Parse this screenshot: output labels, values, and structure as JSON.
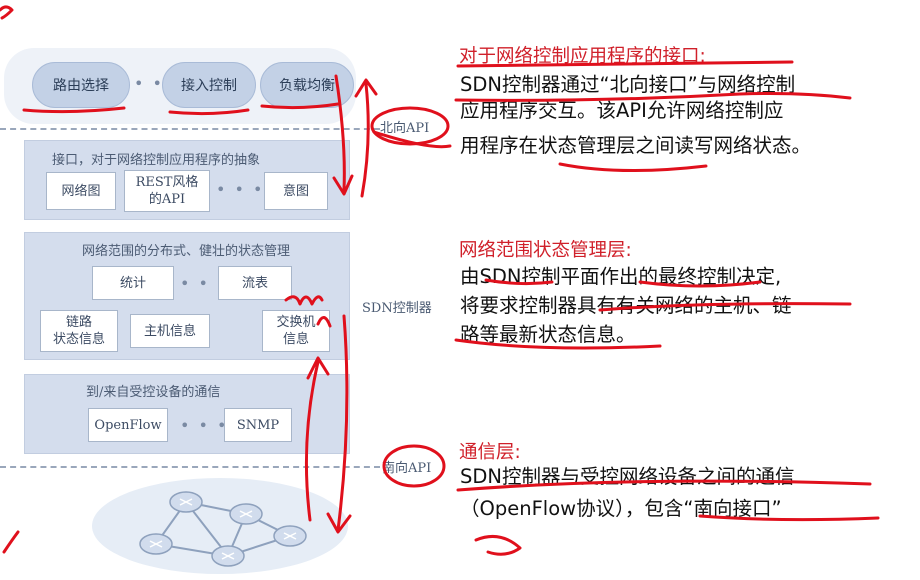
{
  "diagram": {
    "apps": [
      "路由选择",
      "接入控制",
      "负载均衡"
    ],
    "dots": "• • •",
    "northbound_label": "北向API",
    "southbound_label": "南向API",
    "controller_label": "SDN控制器",
    "layer_interface": {
      "title": "接口，对于网络控制应用程序的抽象",
      "boxes": [
        "网络图",
        "REST风格\n的API",
        "意图"
      ]
    },
    "layer_state": {
      "title": "网络范围的分布式、健壮的状态管理",
      "top_boxes": [
        "统计",
        "流表"
      ],
      "bottom_boxes": [
        "链路\n状态信息",
        "主机信息",
        "交换机\n信息"
      ]
    },
    "layer_comm": {
      "title": "到/来自受控设备的通信",
      "boxes": [
        "OpenFlow",
        "SNMP"
      ]
    }
  },
  "notes": [
    {
      "heading": "对于网络控制应用程序的接口:",
      "lines": [
        "SDN控制器通过“北向接口”与网络控制",
        "应用程序交互。该API允许网络控制应",
        "用程序在状态管理层之间读写网络状态。"
      ]
    },
    {
      "heading": "网络范围状态管理层:",
      "lines": [
        "由SDN控制平面作出的最终控制决定,",
        "将要求控制器具有有关网络的主机、链",
        "路等最新状态信息。"
      ]
    },
    {
      "heading": "通信层:",
      "lines": [
        "SDN控制器与受控网络设备之间的通信",
        "（OpenFlow协议），包含“南向接口”"
      ]
    }
  ],
  "colors": {
    "heading": "#d0202a",
    "annotation": "#e0101c",
    "layer_fill": "#d4dded",
    "app_fill": "#c3d1e6"
  }
}
